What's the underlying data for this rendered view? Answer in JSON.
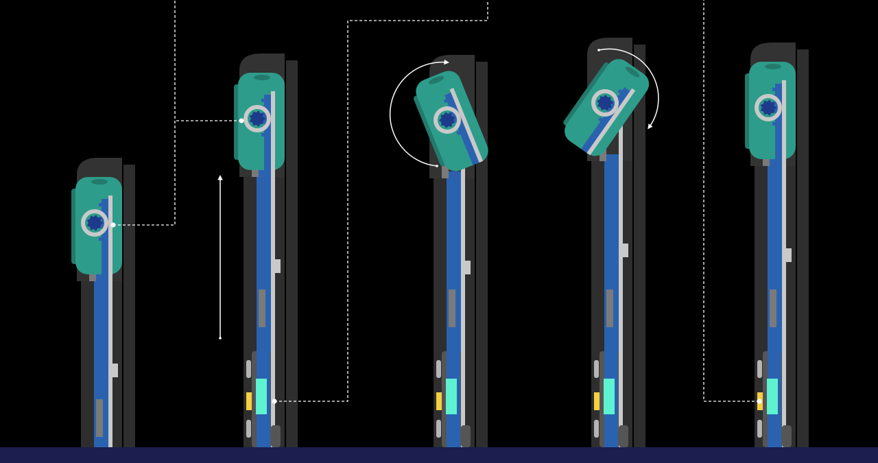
{
  "colors": {
    "background": "#000000",
    "housing": "#2e2e2e",
    "housing_cap": "#333333",
    "head": "#2e9c8a",
    "head_dark": "#237a6c",
    "rod": "#2a62b0",
    "gear": "#1e3a8a",
    "rail": "#c9c9c9",
    "block": "#7a7a7a",
    "sensor": "#5ef2d0",
    "indicator": "#f5d040",
    "footer": "#1b1e4e",
    "annotation": "#ffffff"
  },
  "stages": [
    {
      "state": "retracted"
    },
    {
      "state": "raised"
    },
    {
      "state": "rotating-left"
    },
    {
      "state": "rotating-right"
    },
    {
      "state": "raised"
    }
  ]
}
